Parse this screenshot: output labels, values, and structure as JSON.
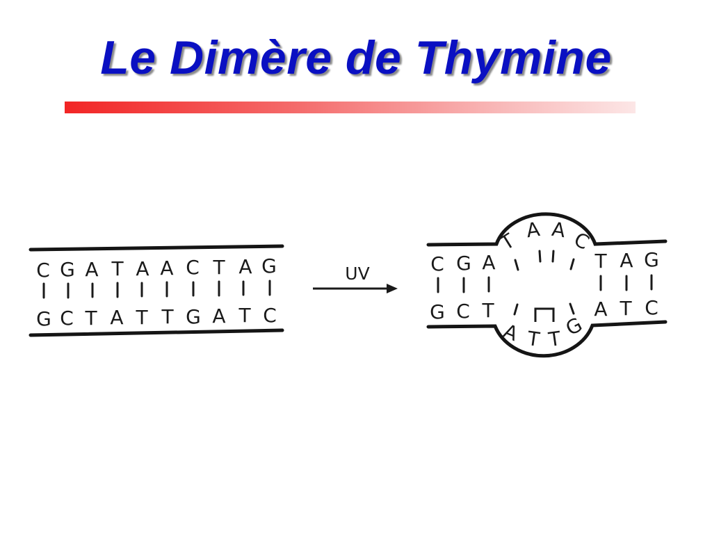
{
  "slide": {
    "title": "Le Dimère de Thymine",
    "accent_colors": {
      "title": "#0a10c2",
      "bar_start": "#f22525",
      "bar_end": "#fce6e6"
    }
  },
  "diagram": {
    "arrow_label": "UV",
    "before": {
      "top_strand": [
        "C",
        "G",
        "A",
        "T",
        "A",
        "A",
        "C",
        "T",
        "A",
        "G"
      ],
      "bottom_strand": [
        "G",
        "C",
        "T",
        "A",
        "T",
        "T",
        "G",
        "A",
        "T",
        "C"
      ]
    },
    "after": {
      "top_left": [
        "C",
        "G",
        "A"
      ],
      "top_bulge": [
        "T",
        "A",
        "A",
        "C"
      ],
      "top_right": [
        "T",
        "A",
        "G"
      ],
      "bottom_left": [
        "G",
        "C",
        "T"
      ],
      "bottom_bulge": [
        "A",
        "T",
        "T",
        "G"
      ],
      "bottom_right": [
        "A",
        "T",
        "C"
      ]
    }
  }
}
